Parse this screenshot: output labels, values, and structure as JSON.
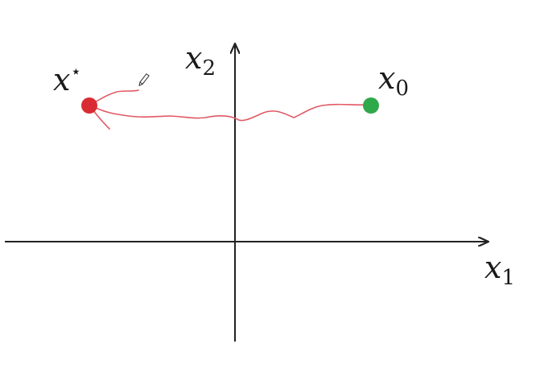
{
  "diagram": {
    "axes": {
      "x_axis_label": {
        "base": "x",
        "sub": "1"
      },
      "y_axis_label": {
        "base": "x",
        "sub": "2"
      }
    },
    "points": [
      {
        "name": "start",
        "base": "x",
        "sub": "0",
        "sup": "",
        "color": "#2ea84a"
      },
      {
        "name": "optimum",
        "base": "x",
        "sub": "",
        "sup": "⋆",
        "color": "#d92b32"
      }
    ],
    "path_color": "#e05a64",
    "axis_color": "#222222"
  }
}
